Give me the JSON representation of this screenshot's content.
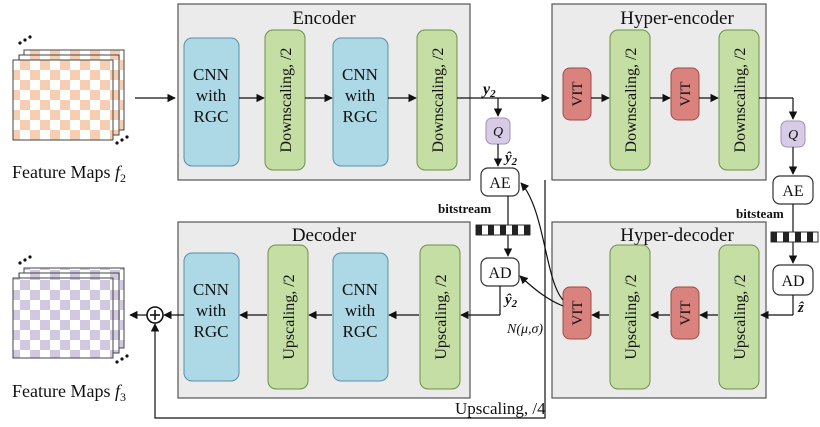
{
  "encoder": {
    "title": "Encoder",
    "cnn1": [
      "CNN",
      "with",
      "RGC"
    ],
    "down1": "Downscaling, /2",
    "cnn2": [
      "CNN",
      "with",
      "RGC"
    ],
    "down2": "Downscaling, /2"
  },
  "hyper_encoder": {
    "title": "Hyper-encoder",
    "vit1": "VIT",
    "down1": "Downscaling, /2",
    "vit2": "VIT",
    "down2": "Downscaling, /2"
  },
  "decoder": {
    "title": "Decoder",
    "cnn1": [
      "CNN",
      "with",
      "RGC"
    ],
    "up1": "Upscaling, /2",
    "cnn2": [
      "CNN",
      "with",
      "RGC"
    ],
    "up2": "Upscaling, /2"
  },
  "hyper_decoder": {
    "title": "Hyper-decoder",
    "vit1": "VIT",
    "up1": "Upscaling, /2",
    "vit2": "VIT",
    "up2": "Upscaling, /2"
  },
  "labels": {
    "feature_in_base": "Feature Maps ",
    "feature_in_sym": "f",
    "feature_in_sub": "2",
    "feature_out_base": "Feature Maps ",
    "feature_out_sym": "f",
    "feature_out_sub": "3",
    "y2": "y",
    "y2_sub": "2",
    "q1": "Q",
    "q2": "Q",
    "y2_hat": "ŷ",
    "y2_hat_sub": "2",
    "ae1": "AE",
    "ae2": "AE",
    "ad1": "AD",
    "ad2": "AD",
    "bitstream1": "bitstream",
    "bitstream2": "bitsteam",
    "y2_hat_out": "ŷ",
    "y2_hat_out_sub": "2",
    "z_hat": "ẑ",
    "normal": "N(μ,σ)",
    "upscaling4": "Upscaling, /4",
    "plus": "+"
  },
  "colors": {
    "cnn_fill": "#add8e6",
    "scale_fill": "#c5dea3",
    "vit_fill": "#d9827e",
    "q_fill": "#d7cbe6",
    "module_fill": "#ebebeb",
    "in_map_fill": "#f7ceb1",
    "out_map_fill": "#d2c8e2"
  }
}
